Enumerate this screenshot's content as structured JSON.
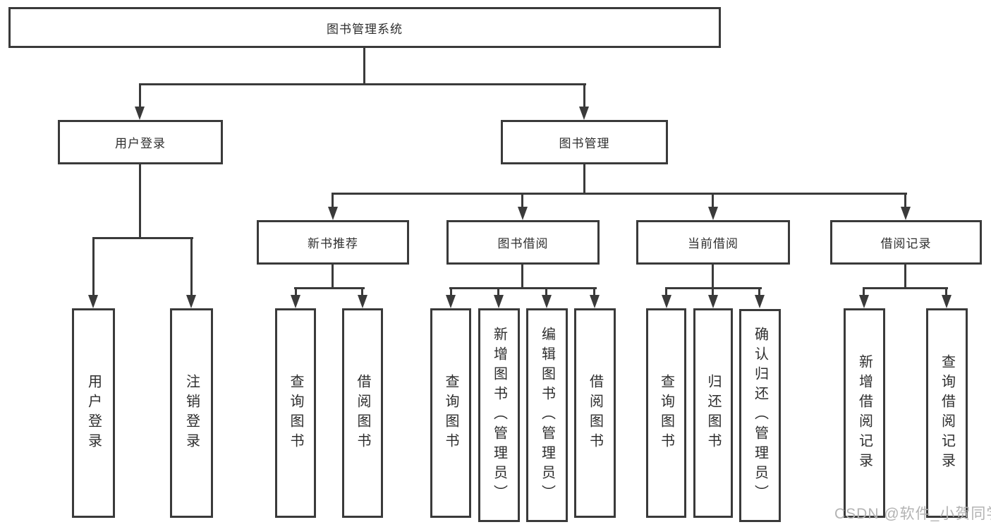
{
  "nodes": {
    "root": "图书管理系统",
    "level2": [
      "用户登录",
      "图书管理"
    ],
    "level3": [
      "新书推荐",
      "图书借阅",
      "当前借阅",
      "借阅记录"
    ],
    "leaves": {
      "user": [
        "用户登录",
        "注销登录"
      ],
      "newbook": [
        "查询图书",
        "借阅图书"
      ],
      "borrow": [
        "查询图书",
        "新增图书（管理员）",
        "编辑图书（管理员）",
        "借阅图书"
      ],
      "current": [
        "查询图书",
        "归还图书",
        "确认归还（管理员）"
      ],
      "record": [
        "新增借阅记录",
        "查询借阅记录"
      ]
    }
  },
  "watermark": {
    "text": "CSDN @软件_小贺同学"
  },
  "colors": {
    "line": "#3a3a3a",
    "box_border": "#3a3a3a",
    "text": "#2e2e2e",
    "watermark": "#b3b3b3",
    "background": "#ffffff"
  }
}
